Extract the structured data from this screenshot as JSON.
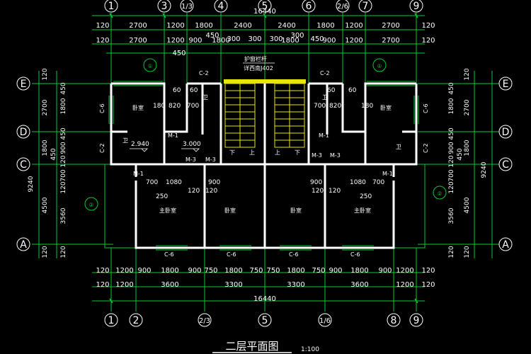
{
  "top_axes": [
    "1",
    "3",
    "1/3",
    "4",
    "5",
    "6",
    "2/6",
    "7",
    "9"
  ],
  "bottom_axes": [
    "1",
    "2",
    "2/3",
    "5",
    "1/6",
    "8",
    "9"
  ],
  "left_axes": [
    "E",
    "D",
    "C",
    "A"
  ],
  "right_axes": [
    "E",
    "D",
    "C",
    "A"
  ],
  "overall_width": "16440",
  "top_row1": [
    "120",
    "2700",
    "1200",
    "1800",
    "2400",
    "2400",
    "1800",
    "1200",
    "2700",
    "120"
  ],
  "top_row2": [
    "450",
    "300",
    "300",
    "300",
    "300",
    "450"
  ],
  "top_row3": [
    "120",
    "2700",
    "1200",
    "900",
    "1800",
    "1800",
    "900",
    "1200",
    "2700",
    "120"
  ],
  "bottom_row1": [
    "120",
    "1200",
    "900",
    "1800",
    "900",
    "750",
    "1800",
    "750",
    "750",
    "1800",
    "750",
    "900",
    "1800",
    "900",
    "1200",
    "120"
  ],
  "bottom_row2": [
    "120",
    "1200",
    "3600",
    "3300",
    "3300",
    "3600",
    "1200",
    "120"
  ],
  "bottom_overall": "16440",
  "left_dims_outer": [
    "120",
    "2700",
    "1800",
    "4500",
    "120"
  ],
  "left_dims_inner": [
    "450",
    "1800",
    "450",
    "900",
    "120",
    "450",
    "700",
    "120",
    "3560",
    "120"
  ],
  "left_total": "9240",
  "right_dims_outer": [
    "120",
    "2700",
    "1800",
    "4500",
    "120"
  ],
  "right_dims_inner": [
    "450",
    "1800",
    "450",
    "900",
    "450",
    "120",
    "700",
    "120",
    "3560",
    "120"
  ],
  "right_total": "9240",
  "rooms": {
    "bedroom_l": "卧室",
    "bedroom_r": "卧室",
    "wc_l": "卫",
    "wc_r": "卫",
    "wc2_l": "卫",
    "wc2_r": "卫",
    "master_l": "主卧室",
    "master_r": "主卧室",
    "bed_ml": "卧室",
    "bed_mr": "卧室",
    "down_l": "下",
    "up_l": "上",
    "up_r": "上",
    "down_r": "下"
  },
  "notes": {
    "railing": "护窗栏杆",
    "railing_ref": "详西南J402"
  },
  "levels": [
    "2.940",
    "3.000"
  ],
  "door_window_tags": [
    "C-2",
    "C-2",
    "C-6",
    "C-6",
    "C-2",
    "C-2",
    "M-1",
    "M-1",
    "M-3",
    "M-3",
    "M-3",
    "M-3",
    "M-1",
    "M-1",
    "C-6",
    "C-6",
    "C-6",
    "C-6"
  ],
  "interior_dims": [
    "60",
    "60",
    "180",
    "820",
    "700",
    "700",
    "820",
    "180",
    "60",
    "60",
    "700",
    "1080",
    "900",
    "900",
    "1080",
    "700",
    "250",
    "120",
    "120",
    "120",
    "120",
    "250"
  ],
  "section_marks": [
    "①",
    "②"
  ],
  "title": "二层平面图",
  "scale": "1:100",
  "colors": {
    "wall": "#ffffff",
    "dim_line": "#00cc33",
    "axis": "#ffffff",
    "stair": "#e6e600",
    "bg": "#000000"
  }
}
